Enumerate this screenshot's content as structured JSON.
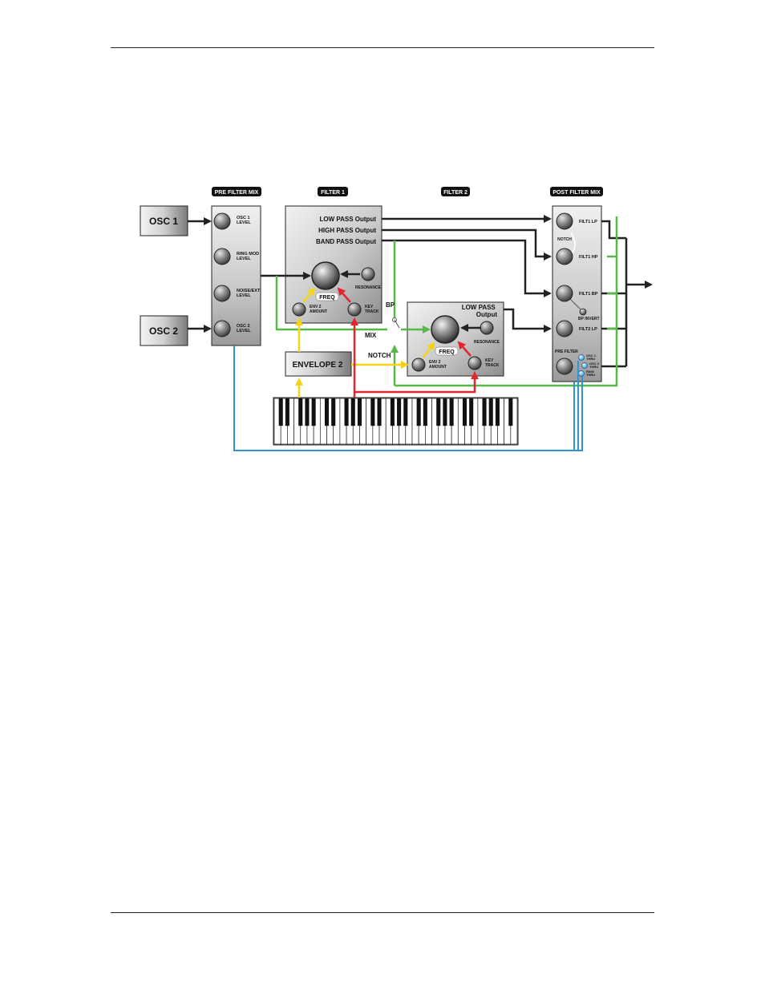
{
  "headers": {
    "pre_filter_mix": "PRE FILTER MIX",
    "filter1": "FILTER 1",
    "filter2": "FILTER 2",
    "post_filter_mix": "POST FILTER MIX"
  },
  "sources": {
    "osc1": "OSC 1",
    "osc2": "OSC 2",
    "envelope2": "ENVELOPE 2"
  },
  "pre_mix": {
    "osc1_level": [
      "OSC 1",
      "LEVEL"
    ],
    "ring_mod_level": [
      "RING MOD",
      "LEVEL"
    ],
    "noise_ext_level": [
      "NOISE/EXT",
      "LEVEL"
    ],
    "osc2_level": [
      "OSC 2",
      "LEVEL"
    ]
  },
  "filter1": {
    "low_pass_output": "LOW PASS Output",
    "high_pass_output": "HIGH PASS Output",
    "band_pass_output": "BAND PASS Output",
    "freq": "FREQ",
    "resonance": "RESONANCE",
    "env2_amount": [
      "ENV 2",
      "AMOUNT"
    ],
    "key_track": [
      "KEY",
      "TRACK"
    ]
  },
  "filter2": {
    "low_pass_output": [
      "LOW PASS",
      "Output"
    ],
    "freq": "FREQ",
    "resonance": "RESONANCE",
    "env2_amount": [
      "ENV 2",
      "AMOUNT"
    ],
    "key_track": [
      "KEY",
      "TRACK"
    ]
  },
  "routing": {
    "bp": "BP",
    "mix": "MIX",
    "notch": "NOTCH"
  },
  "post_mix": {
    "filt1_lp": "FILT1 LP",
    "notch": "NOTCH",
    "filt1_hp": "FILT1 HP",
    "filt1_bp": "FILT1 BP",
    "bp_invert": "BP INVERT",
    "filt2_lp": "FILT2 LP",
    "pre_filter": "PRE FILTER",
    "osc1_thru": [
      "OSC 1",
      "THRU"
    ],
    "osc2_thru": [
      "OSC 2",
      "THRU"
    ],
    "ring_thru": [
      "RING",
      "THRU"
    ]
  },
  "colors": {
    "signal": "#222222",
    "envelope": "#f7d21a",
    "key_track": "#e3262d",
    "filter_route": "#56b847",
    "bypass": "#2f95d3"
  }
}
